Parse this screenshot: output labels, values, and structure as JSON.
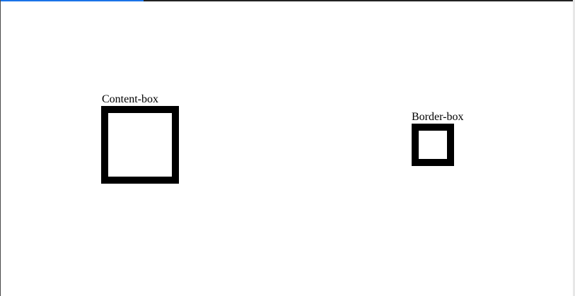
{
  "colors": {
    "page_background": "#ffffff",
    "loading_bar": "#1a73e8",
    "box_border": "#000000"
  },
  "page_load": {
    "progress_fraction": 0.25
  },
  "content_box_demo": {
    "label": "Content-box"
  },
  "border_box_demo": {
    "label": "Border-box"
  }
}
